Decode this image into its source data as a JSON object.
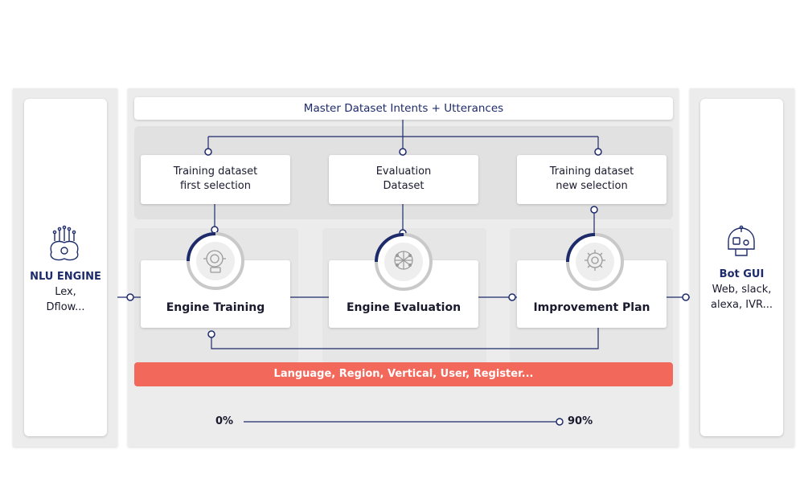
{
  "left_panel": {
    "title": "NLU ENGINE",
    "line1": "Lex,",
    "line2": "Dflow...",
    "icon": "brain-circuit-icon"
  },
  "right_panel": {
    "title": "Bot GUI",
    "line1": "Web, slack,",
    "line2": "alexa, IVR...",
    "icon": "robot-head-icon"
  },
  "master": {
    "label": "Master Dataset Intents + Utterances"
  },
  "datasets": [
    {
      "line1": "Training dataset",
      "line2": "first selection"
    },
    {
      "line1": "Evaluation",
      "line2": "Dataset"
    },
    {
      "line1": "Training dataset",
      "line2": "new selection"
    }
  ],
  "stages": [
    {
      "label": "Engine Training",
      "icon": "robot-face-icon"
    },
    {
      "label": "Engine Evaluation",
      "icon": "neural-network-icon"
    },
    {
      "label": "Improvement Plan",
      "icon": "gear-brain-icon"
    }
  ],
  "banner": {
    "label": "Language, Region, Vertical, User, Register..."
  },
  "progress": {
    "start_label": "0%",
    "end_label": "90%",
    "value_percent": 90
  },
  "colors": {
    "navy": "#1d2b6b",
    "coral": "#f2685b",
    "panel": "#ececec"
  }
}
